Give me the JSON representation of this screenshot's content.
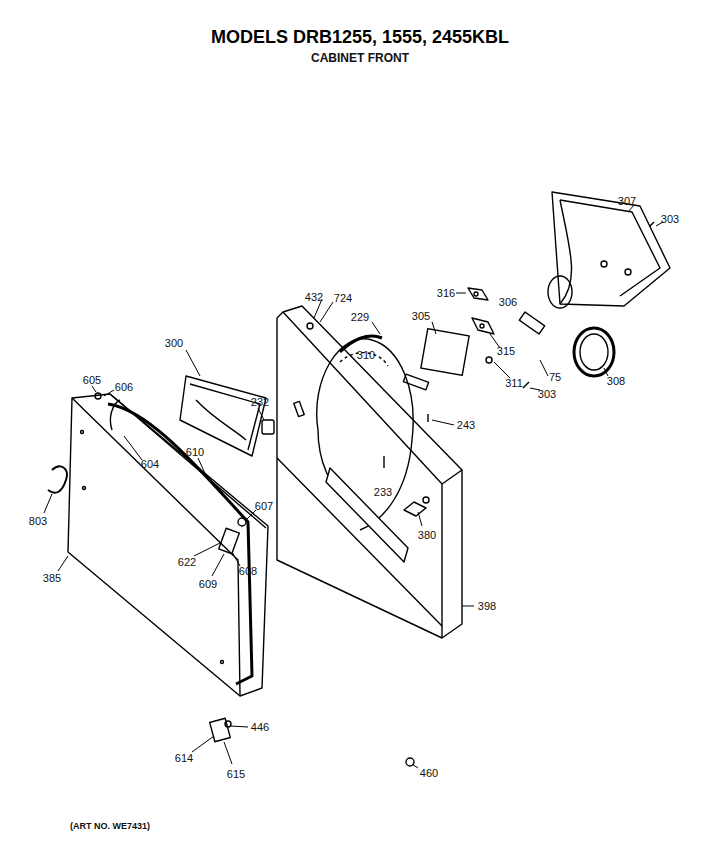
{
  "diagram": {
    "title": "MODELS DRB1255, 1555, 2455KBL",
    "labels": [
      "CABINET FRONT",
      "307",
      "303",
      "432",
      "724",
      "316",
      "229",
      "306",
      "305",
      "300",
      "315",
      "310",
      "311",
      "75",
      "303",
      "308",
      "605",
      "606",
      "232",
      "243",
      "604",
      "610",
      "233",
      "803",
      "607",
      "380",
      "622",
      "608",
      "609",
      "385",
      "398",
      "446",
      "614",
      "615",
      "460",
      "(ART NO. WE7431)"
    ]
  }
}
